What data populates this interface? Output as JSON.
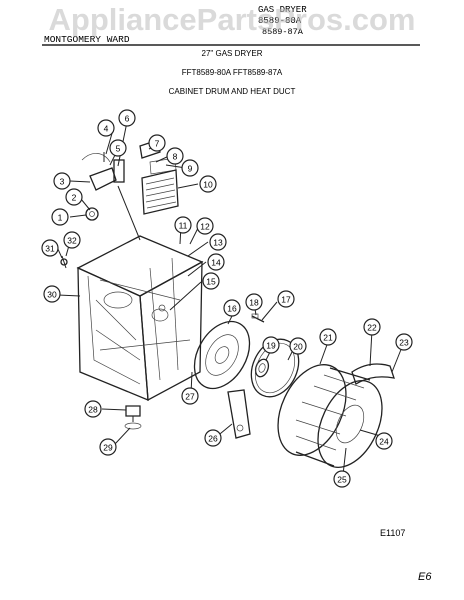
{
  "watermark": "AppliancePartsPros.com",
  "header": {
    "brand": "MONTGOMERY WARD",
    "type": "GAS DRYER",
    "model_line_1": "8589-80A",
    "model_line_2": "8589-87A"
  },
  "titles": {
    "line_1": "27\" GAS DRYER",
    "line_2": "FFT8589-80A  FFT8589-87A",
    "line_3": "CABINET DRUM AND HEAT DUCT"
  },
  "callouts": [
    "1",
    "2",
    "3",
    "4",
    "5",
    "6",
    "7",
    "8",
    "9",
    "10",
    "11",
    "12",
    "13",
    "14",
    "15",
    "16",
    "17",
    "18",
    "19",
    "20",
    "21",
    "22",
    "23",
    "24",
    "25",
    "26",
    "27",
    "28",
    "29",
    "30",
    "31",
    "32"
  ],
  "figure_code": "E1107",
  "page_note": "E6"
}
